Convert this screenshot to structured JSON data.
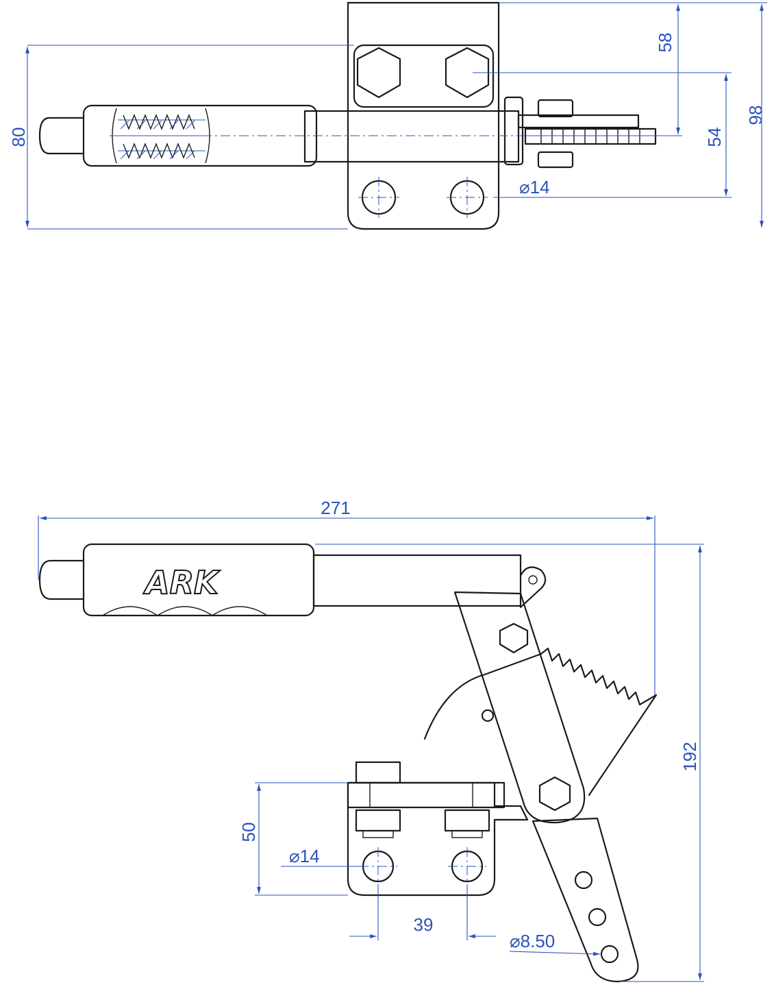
{
  "drawing": {
    "brand_logo": "ARK",
    "top_view": {
      "dimensions": [
        {
          "id": "overall-height",
          "value": "80"
        },
        {
          "id": "bolt-offset",
          "value": "58"
        },
        {
          "id": "base-height",
          "value": "98"
        },
        {
          "id": "hole-offset",
          "value": "54"
        },
        {
          "id": "hole-diameter",
          "value": "⌀14"
        }
      ]
    },
    "side_view": {
      "dimensions": [
        {
          "id": "overall-length",
          "value": "271"
        },
        {
          "id": "overall-height",
          "value": "192"
        },
        {
          "id": "base-height",
          "value": "50"
        },
        {
          "id": "hole-diameter",
          "value": "⌀14"
        },
        {
          "id": "hole-spacing",
          "value": "39"
        },
        {
          "id": "arm-hole-diameter",
          "value": "⌀8.50"
        }
      ]
    },
    "colors": {
      "line": "#1a1a1a",
      "dimension": "#2a52be",
      "background": "#ffffff"
    }
  }
}
